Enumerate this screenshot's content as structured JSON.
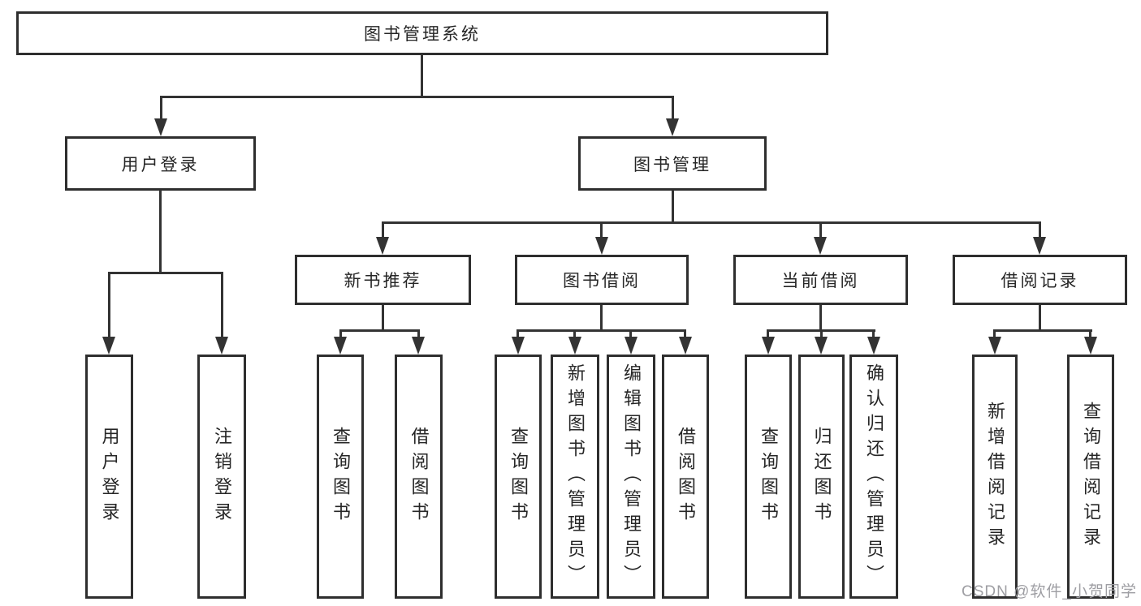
{
  "diagram": {
    "root": {
      "label": "图书管理系统"
    },
    "level2": [
      {
        "label": "用户登录"
      },
      {
        "label": "图书管理"
      }
    ],
    "level3": [
      {
        "label": "新书推荐"
      },
      {
        "label": "图书借阅"
      },
      {
        "label": "当前借阅"
      },
      {
        "label": "借阅记录"
      }
    ],
    "leaves": {
      "user_login": [
        "用户登录",
        "注销登录"
      ],
      "new_books": [
        "查询图书",
        "借阅图书"
      ],
      "book_borrow": [
        "查询图书",
        "新增图书（管理员）",
        "编辑图书（管理员）",
        "借阅图书"
      ],
      "current_borrow": [
        "查询图书",
        "归还图书",
        "确认归还（管理员）"
      ],
      "borrow_records": [
        "新增借阅记录",
        "查询借阅记录"
      ]
    }
  },
  "watermark": {
    "text": "CSDN @软件_小贺同学"
  },
  "colors": {
    "line": "#333333",
    "text": "#262626",
    "watermark": "#9e9ea3",
    "background": "#ffffff"
  }
}
